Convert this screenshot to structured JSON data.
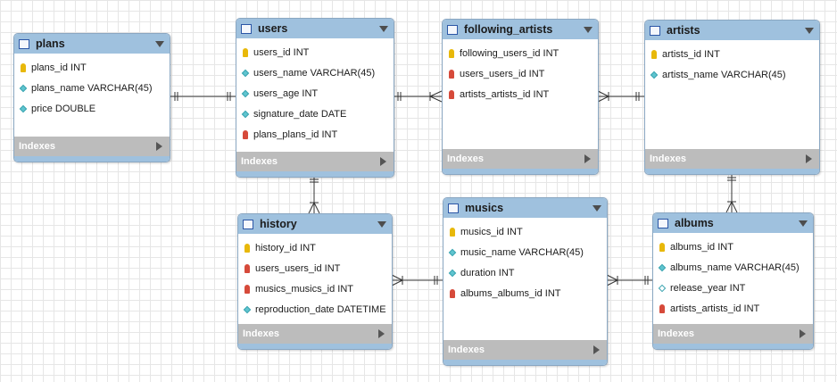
{
  "tables": {
    "plans": {
      "name": "plans",
      "columns": [
        {
          "label": "plans_id INT",
          "icon": "primary-key-icon"
        },
        {
          "label": "plans_name VARCHAR(45)",
          "icon": "column-icon"
        },
        {
          "label": "price DOUBLE",
          "icon": "column-icon"
        }
      ],
      "indexes_label": "Indexes"
    },
    "users": {
      "name": "users",
      "columns": [
        {
          "label": "users_id INT",
          "icon": "primary-key-icon"
        },
        {
          "label": "users_name VARCHAR(45)",
          "icon": "column-icon"
        },
        {
          "label": "users_age INT",
          "icon": "column-icon"
        },
        {
          "label": "signature_date DATE",
          "icon": "column-icon"
        },
        {
          "label": "plans_plans_id INT",
          "icon": "foreign-key-icon"
        }
      ],
      "indexes_label": "Indexes"
    },
    "following_artists": {
      "name": "following_artists",
      "columns": [
        {
          "label": "following_users_id INT",
          "icon": "primary-key-icon"
        },
        {
          "label": "users_users_id INT",
          "icon": "foreign-key-icon"
        },
        {
          "label": "artists_artists_id INT",
          "icon": "foreign-key-icon"
        }
      ],
      "indexes_label": "Indexes"
    },
    "artists": {
      "name": "artists",
      "columns": [
        {
          "label": "artists_id INT",
          "icon": "primary-key-icon"
        },
        {
          "label": "artists_name VARCHAR(45)",
          "icon": "column-icon"
        }
      ],
      "indexes_label": "Indexes"
    },
    "history": {
      "name": "history",
      "columns": [
        {
          "label": "history_id INT",
          "icon": "primary-key-icon"
        },
        {
          "label": "users_users_id INT",
          "icon": "foreign-key-icon"
        },
        {
          "label": "musics_musics_id INT",
          "icon": "foreign-key-icon"
        },
        {
          "label": "reproduction_date DATETIME",
          "icon": "column-icon"
        }
      ],
      "indexes_label": "Indexes"
    },
    "musics": {
      "name": "musics",
      "columns": [
        {
          "label": "musics_id INT",
          "icon": "primary-key-icon"
        },
        {
          "label": "music_name VARCHAR(45)",
          "icon": "column-icon"
        },
        {
          "label": "duration INT",
          "icon": "column-icon"
        },
        {
          "label": "albums_albums_id INT",
          "icon": "foreign-key-icon"
        }
      ],
      "indexes_label": "Indexes"
    },
    "albums": {
      "name": "albums",
      "columns": [
        {
          "label": "albums_id INT",
          "icon": "primary-key-icon"
        },
        {
          "label": "albums_name VARCHAR(45)",
          "icon": "column-icon"
        },
        {
          "label": "release_year INT",
          "icon": "nullable-column-icon"
        },
        {
          "label": "artists_artists_id INT",
          "icon": "foreign-key-icon"
        }
      ],
      "indexes_label": "Indexes"
    }
  },
  "relationships": [
    {
      "from": "plans",
      "to": "users",
      "type": "one-to-one"
    },
    {
      "from": "users",
      "to": "following_artists",
      "type": "one-to-many"
    },
    {
      "from": "artists",
      "to": "following_artists",
      "type": "one-to-many"
    },
    {
      "from": "users",
      "to": "history",
      "type": "one-to-many"
    },
    {
      "from": "musics",
      "to": "history",
      "type": "one-to-many"
    },
    {
      "from": "albums",
      "to": "musics",
      "type": "one-to-many"
    },
    {
      "from": "artists",
      "to": "albums",
      "type": "one-to-many"
    }
  ],
  "colors": {
    "header": "#9fc1de",
    "indexes_bar": "#bcbcbc",
    "primary_key": "#e8b80a",
    "foreign_key": "#d64a3a",
    "column": "#5fc4cf",
    "connector": "#333333"
  }
}
